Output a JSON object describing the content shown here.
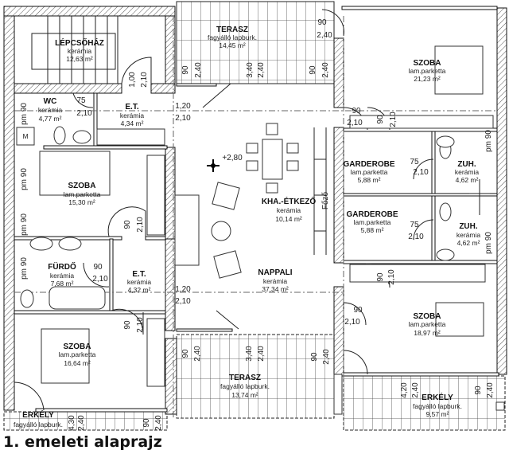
{
  "title": "1. emeleti alaprajz",
  "rooms": [
    {
      "name": "LÉPCSŐHÁZ",
      "floor": "kerámia",
      "area": "12,63 m²"
    },
    {
      "name": "TERASZ",
      "floor": "fagyálló lapburk.",
      "area": "14,45 m²"
    },
    {
      "name": "SZOBA",
      "floor": "lam.parketta",
      "area": "21,23 m²"
    },
    {
      "name": "WC",
      "floor": "kerámia",
      "area": "4,77 m²"
    },
    {
      "name": "E.T.",
      "floor": "kerámia",
      "area": "4,34 m²"
    },
    {
      "name": "SZOBA",
      "floor": "lam.parketta",
      "area": "15,30 m²"
    },
    {
      "name": "KHA.-ÉTKEZŐ",
      "floor": "kerámia",
      "area": "10,14 m²"
    },
    {
      "name": "GARDEROBE",
      "floor": "lam.parketta",
      "area": "5,88 m²"
    },
    {
      "name": "ZUH.",
      "floor": "kerámia",
      "area": "4,62 m²"
    },
    {
      "name": "GARDEROBE",
      "floor": "lam.parketta",
      "area": "5,88 m²"
    },
    {
      "name": "ZUH.",
      "floor": "kerámia",
      "area": "4,62 m²"
    },
    {
      "name": "FÜRDŐ",
      "floor": "kerámia",
      "area": "7,68 m²"
    },
    {
      "name": "E.T.",
      "floor": "kerámia",
      "area": "4,32 m²"
    },
    {
      "name": "NAPPALI",
      "floor": "kerámia",
      "area": "37,34 m²"
    },
    {
      "name": "SZOBA",
      "floor": "lam.parketta",
      "area": "18,97 m²"
    },
    {
      "name": "SZOBA",
      "floor": "lam.parketta",
      "area": "16,64 m²"
    },
    {
      "name": "TERASZ",
      "floor": "fagyálló lapburk.",
      "area": "13,74 m²"
    },
    {
      "name": "ERKÉLY",
      "floor": "fagyálló lapburk.",
      "area": "9,57 m²"
    },
    {
      "name": "ERKÉLY",
      "floor": "fagyálló lapburk."
    }
  ],
  "level_mark": "+2,80",
  "kitchen_label": "Főző",
  "meter_label": "M",
  "dims": [
    "90",
    "2,40",
    "1,00",
    "2,10",
    "90",
    "2,40",
    "3,40",
    "2,40",
    "90",
    "2,40",
    "75",
    "2,10",
    "1,20",
    "2,10",
    "90",
    "2,10",
    "90",
    "2,10",
    "pm 90",
    "pm 90",
    "pm 90",
    "pm 90",
    "pm 90",
    "90",
    "2,10",
    "90",
    "2,10",
    "1,20",
    "2,10",
    "75",
    "2,10",
    "75",
    "2,10",
    "90",
    "2,10",
    "pm 90",
    "90",
    "2,10",
    "90",
    "2,10",
    "90",
    "2,40",
    "3,40",
    "2,40",
    "90",
    "2,40",
    "4,20",
    "2,40",
    "90",
    "2,40",
    "4,30",
    "2,40",
    "90",
    "2,40"
  ]
}
